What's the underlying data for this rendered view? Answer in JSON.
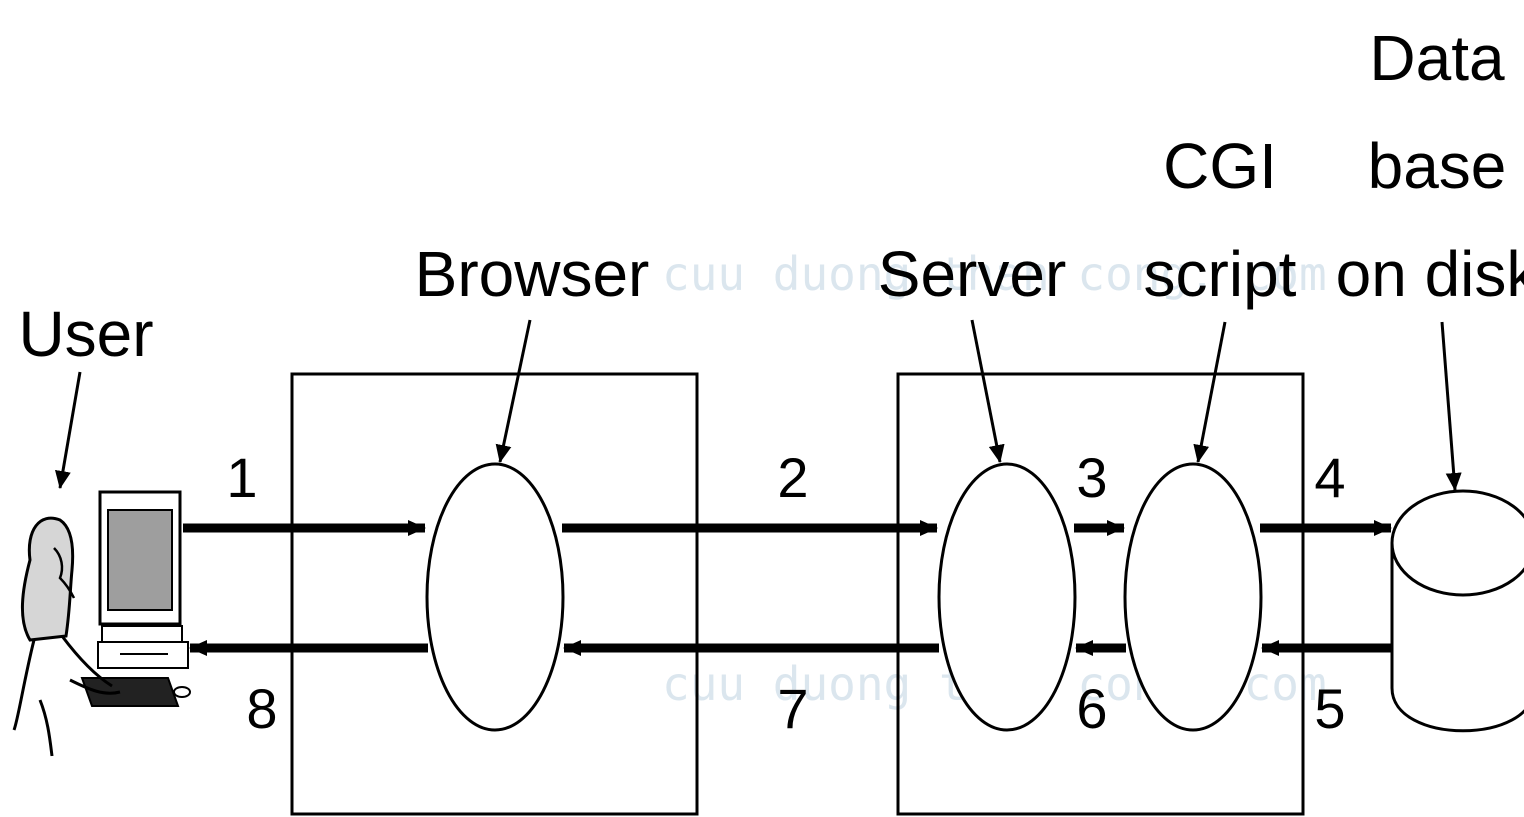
{
  "labels": {
    "user": "User",
    "browser": "Browser",
    "server": "Server",
    "cgi_line1": "CGI",
    "cgi_line2": "script",
    "db_line1": "Data",
    "db_line2": "base",
    "db_line3": "on disk"
  },
  "steps": [
    "1",
    "2",
    "3",
    "4",
    "5",
    "6",
    "7",
    "8"
  ],
  "watermark": {
    "line1": "cuu duong than cong. com",
    "line2": "cuu duong than cong. com"
  },
  "icons": {
    "user": "user-at-computer-icon",
    "database": "database-cylinder-icon"
  }
}
